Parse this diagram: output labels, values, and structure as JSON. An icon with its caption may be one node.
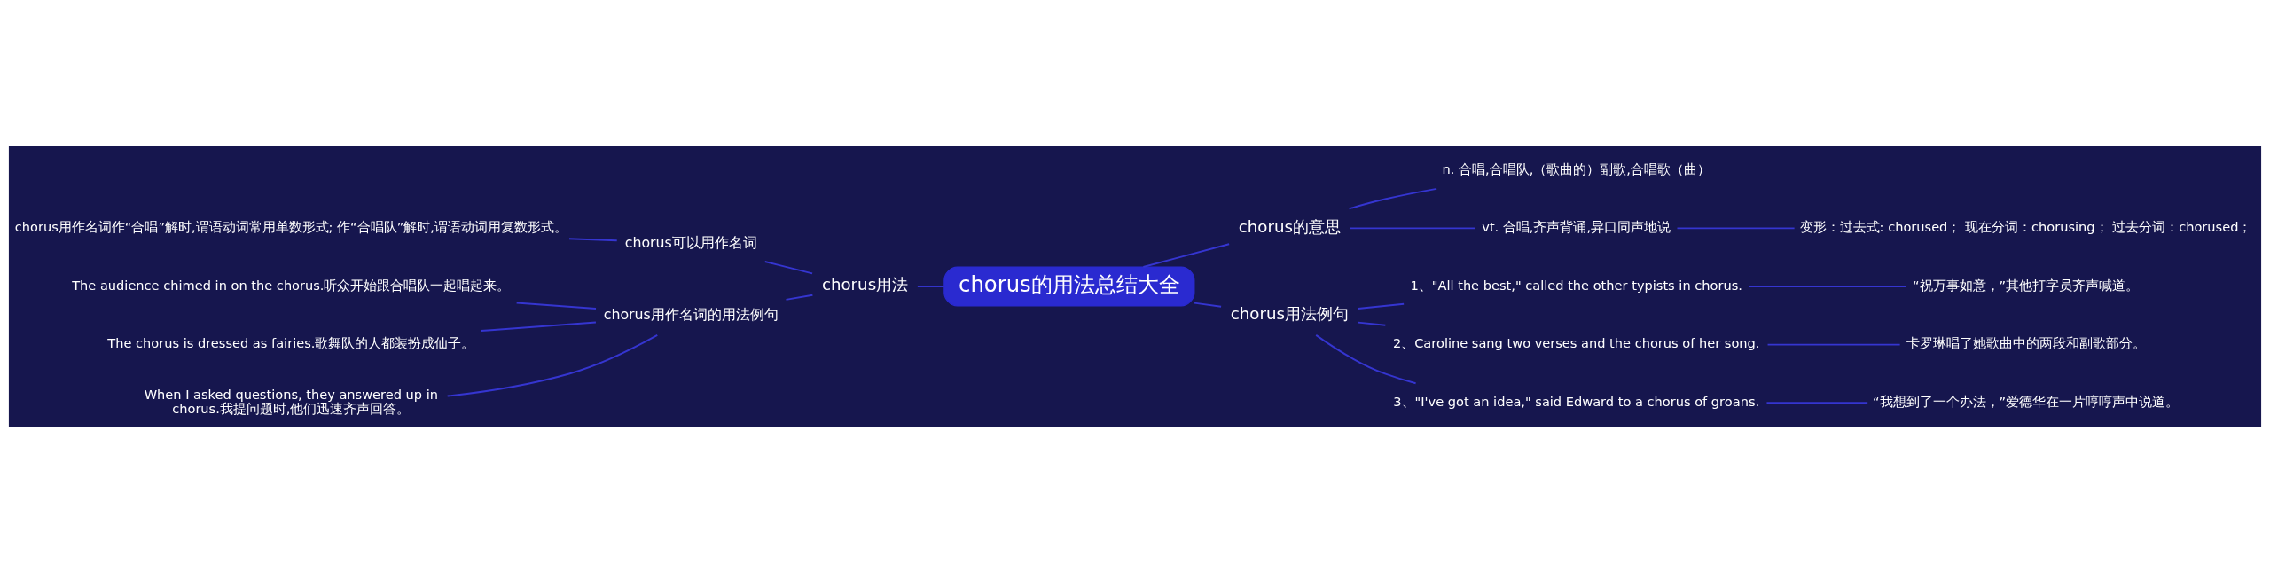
{
  "diagram": {
    "nodes": [
      {
        "text": [
          "chorus的用法总结大全"
        ]
      },
      {
        "text": [
          "chorus用法"
        ]
      },
      {
        "text": [
          "chorus可以用作名词"
        ]
      },
      {
        "text": [
          "chorus用作名词作“合唱”解时,谓语动词常用单数形式; 作“合唱队”解时,谓语动词用复数形式。"
        ]
      },
      {
        "text": [
          "chorus用作名词的用法例句"
        ]
      },
      {
        "text": [
          "The audience chimed in on the chorus.听众开始跟合唱队一起唱起来。"
        ]
      },
      {
        "text": [
          "The chorus is dressed as fairies.歌舞队的人都装扮成仙子。"
        ]
      },
      {
        "text": [
          "When I asked questions, they answered up in chorus.我提问题时,他们迅速齐声回答。"
        ]
      },
      {
        "text": [
          "chorus的意思"
        ]
      },
      {
        "text": [
          "n. 合唱,合唱队,（歌曲的）副歌,合唱歌（曲）"
        ]
      },
      {
        "text": [
          "vt. 合唱,齐声背诵,异口同声地说"
        ]
      },
      {
        "text": [
          "变形：过去式: chorused； 现在分词：chorusing； 过去分词：chorused；"
        ]
      },
      {
        "text": [
          "chorus用法例句"
        ]
      },
      {
        "text": [
          "1、\"All the best,\" called the other typists in chorus."
        ]
      },
      {
        "text": [
          "“祝万事如意，”其他打字员齐声喊道。"
        ]
      },
      {
        "text": [
          "2、Caroline sang two verses and the chorus of her song."
        ]
      },
      {
        "text": [
          "卡罗琳唱了她歌曲中的两段和副歌部分。"
        ]
      },
      {
        "text": [
          "3、\"I've got an idea,\" said Edward to a chorus of groans."
        ]
      },
      {
        "text": [
          "“我想到了一个办法，”爱德华在一片哼哼声中说道。"
        ]
      }
    ],
    "edges": [
      {
        "from": 0,
        "to": 1,
        "arrow": "none"
      },
      {
        "from": 1,
        "to": 2,
        "arrow": "none"
      },
      {
        "from": 2,
        "to": 3,
        "arrow": "none"
      },
      {
        "from": 1,
        "to": 4,
        "arrow": "none"
      },
      {
        "from": 4,
        "to": 5,
        "arrow": "none"
      },
      {
        "from": 4,
        "to": 6,
        "arrow": "none"
      },
      {
        "from": 4,
        "to": 7,
        "arrow": "none"
      },
      {
        "from": 0,
        "to": 8,
        "arrow": "none"
      },
      {
        "from": 8,
        "to": 9,
        "arrow": "none"
      },
      {
        "from": 8,
        "to": 10,
        "arrow": "none"
      },
      {
        "from": 10,
        "to": 11,
        "arrow": "none"
      },
      {
        "from": 0,
        "to": 12,
        "arrow": "none"
      },
      {
        "from": 12,
        "to": 13,
        "arrow": "none"
      },
      {
        "from": 13,
        "to": 14,
        "arrow": "none"
      },
      {
        "from": 12,
        "to": 15,
        "arrow": "none"
      },
      {
        "from": 15,
        "to": 16,
        "arrow": "none"
      },
      {
        "from": 12,
        "to": 17,
        "arrow": "none"
      },
      {
        "from": 17,
        "to": 18,
        "arrow": "none"
      }
    ]
  }
}
